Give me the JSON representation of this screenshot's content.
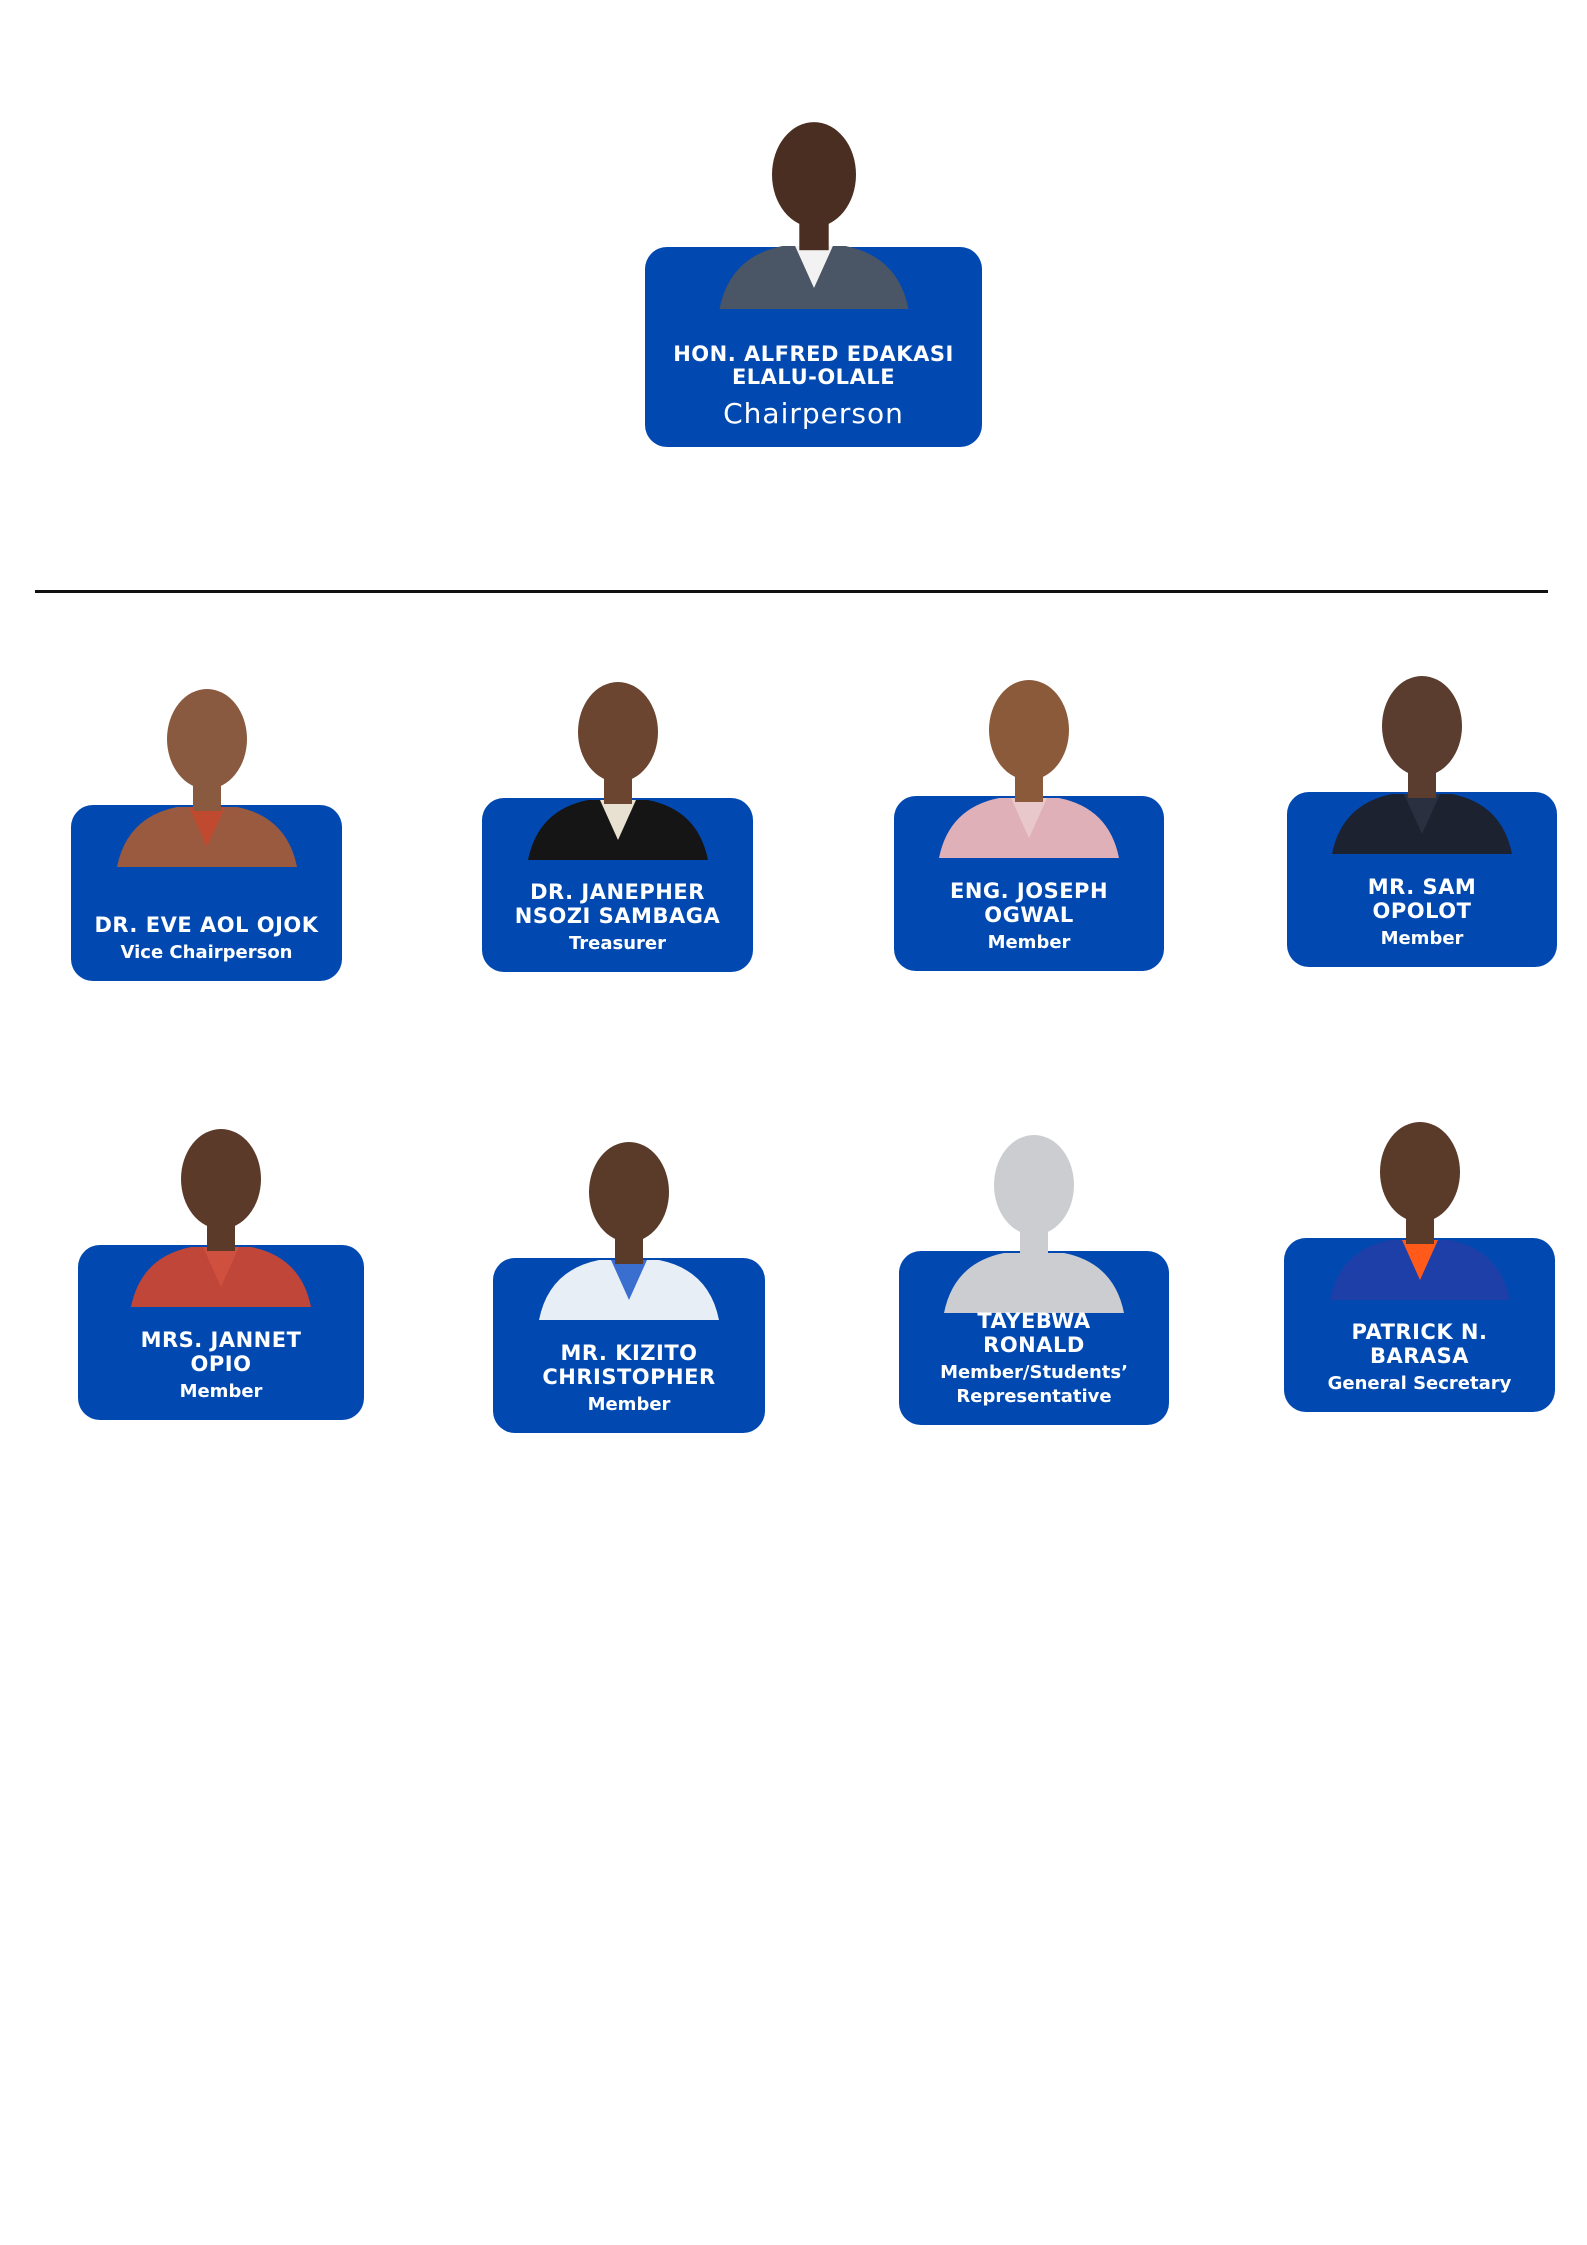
{
  "board": {
    "chair": {
      "name_line1": "HON. ALFRED EDAKASI",
      "name_line2": "ELALU-OLALE",
      "role": "Chairperson",
      "skin": "#4a2e22",
      "suit": "#4a5566",
      "shirt": "#f2f2f2"
    },
    "members": [
      {
        "name_line1": "DR. EVE AOL OJOK",
        "name_line2": "",
        "role": "Vice Chairperson",
        "skin": "#8a5a40",
        "suit": "#9a5a40",
        "shirt": "#c04a30"
      },
      {
        "name_line1": "DR. JANEPHER",
        "name_line2": "NSOZI SAMBAGA",
        "role": "Treasurer",
        "skin": "#6b4530",
        "suit": "#151515",
        "shirt": "#e8e0d0"
      },
      {
        "name_line1": "ENG. JOSEPH",
        "name_line2": "OGWAL",
        "role": "Member",
        "skin": "#8a5a3a",
        "suit": "#e0b0b8",
        "shirt": "#e9c8cc"
      },
      {
        "name_line1": "MR. SAM",
        "name_line2": "OPOLOT",
        "role": "Member",
        "skin": "#5a3d2e",
        "suit": "#1c2230",
        "shirt": "#2a3040"
      },
      {
        "name_line1": "MRS. JANNET",
        "name_line2": "OPIO",
        "role": "Member",
        "skin": "#5c3a2a",
        "suit": "#c0463a",
        "shirt": "#d05040"
      },
      {
        "name_line1": "MR. KIZITO",
        "name_line2": "CHRISTOPHER",
        "role": "Member",
        "skin": "#5a3a28",
        "suit": "#e8eef5",
        "shirt": "#3a6fd0"
      },
      {
        "name_line1": "TAYEBWA",
        "name_line2": "RONALD",
        "role": "Member/Students’",
        "role_line2": "Representative",
        "skin": "#cbcdd0",
        "suit": "#cbcdd0",
        "shirt": "#cbcdd0"
      },
      {
        "name_line1": "PATRICK N.",
        "name_line2": "BARASA",
        "role": "General Secretary",
        "skin": "#5a3a28",
        "suit": "#1e3ea8",
        "shirt": "#ff5a1a"
      }
    ]
  },
  "colors": {
    "card": "#0149b1",
    "divider": "#111111"
  }
}
